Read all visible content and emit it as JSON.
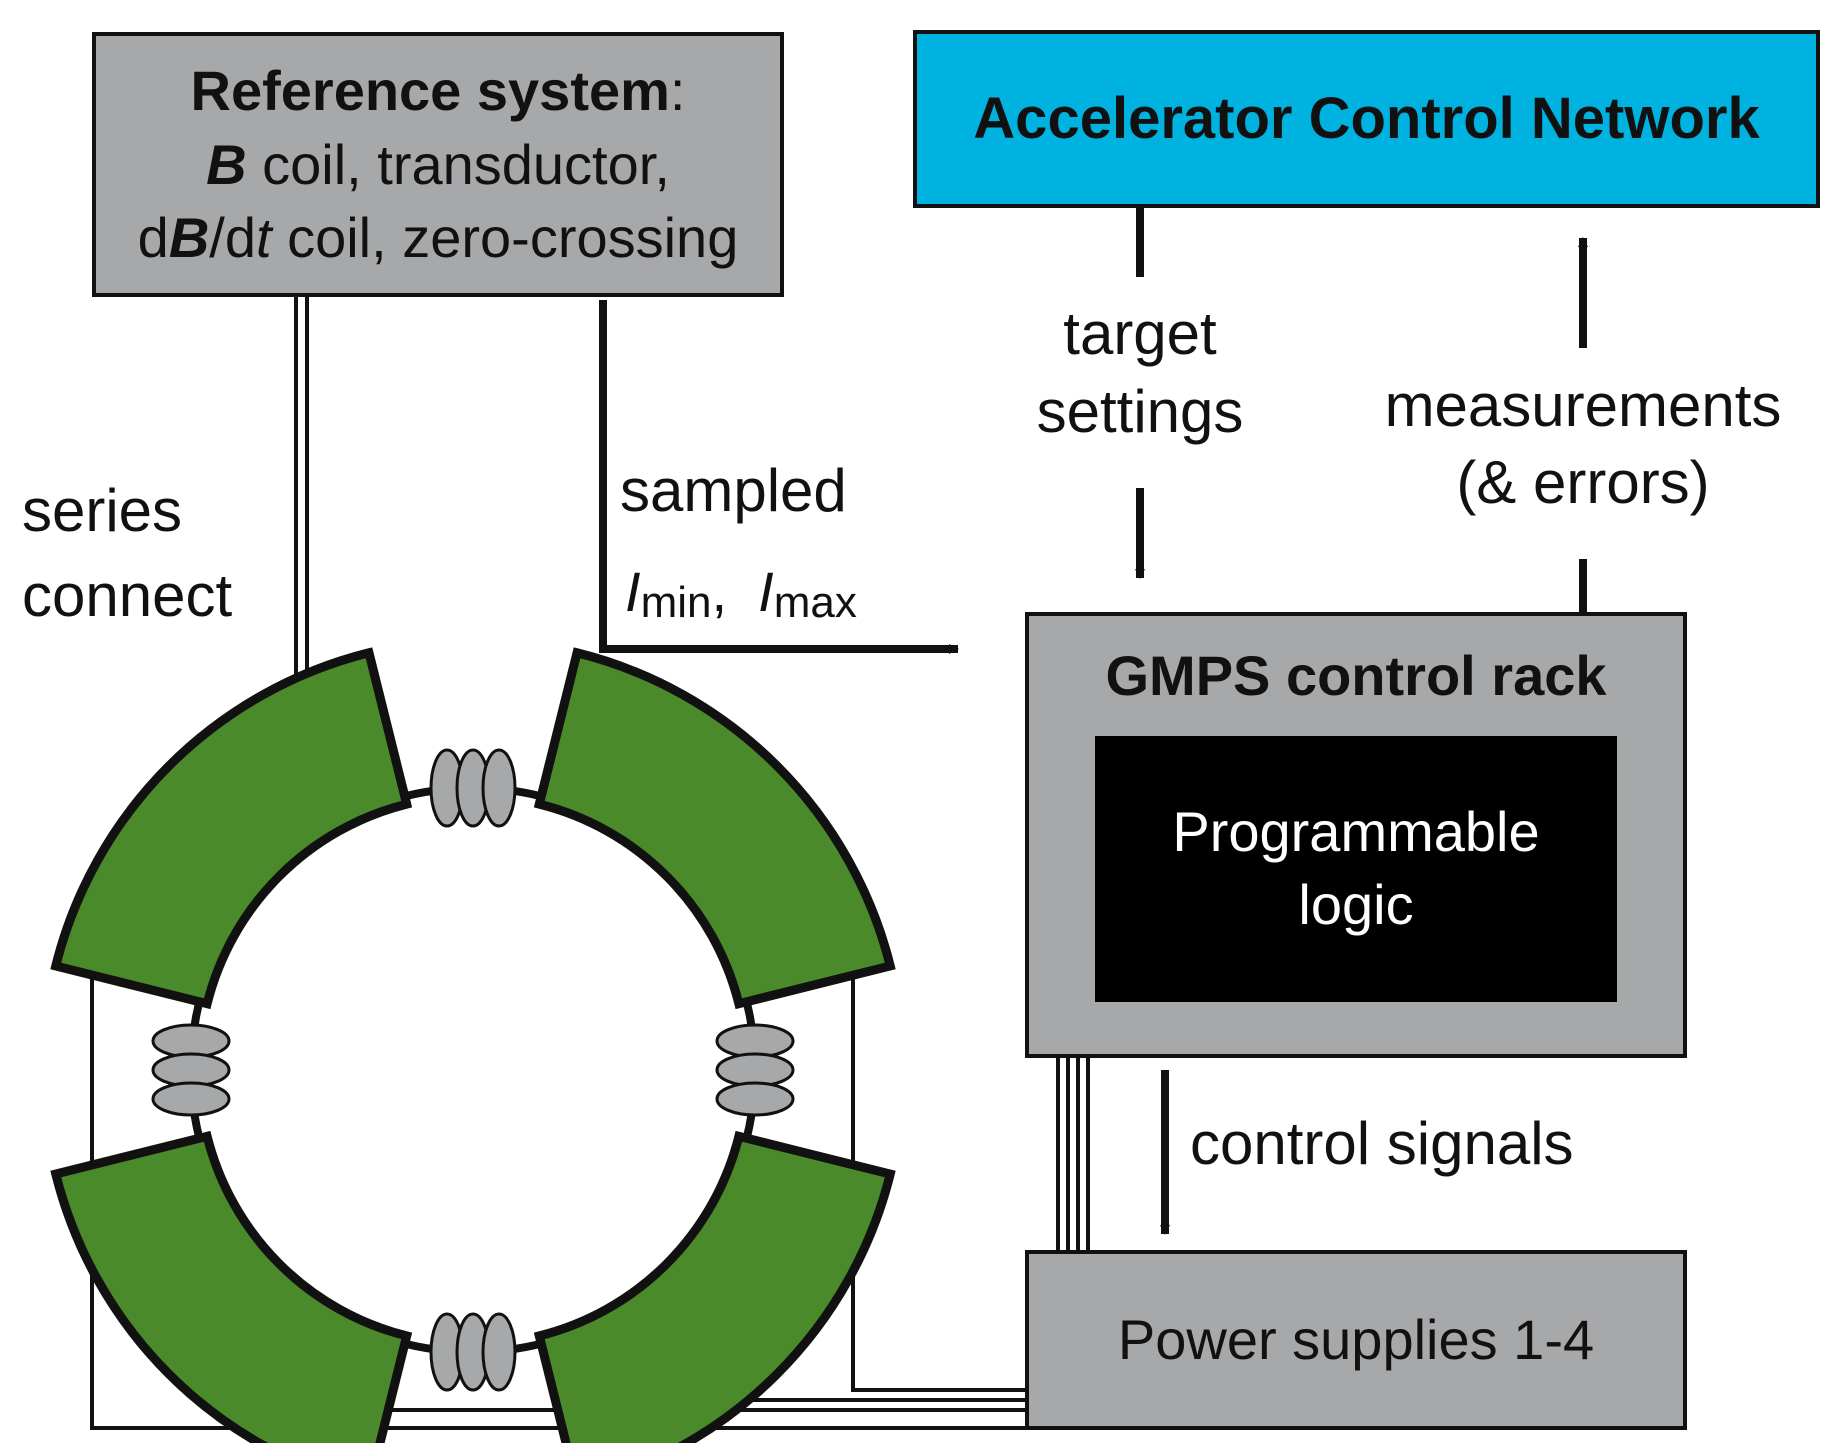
{
  "colors": {
    "box_gray": "#a7a8aa",
    "network_blue": "#00b2e0",
    "magnet_green": "#4a8a2a",
    "logic_black": "#000000",
    "stroke": "#111111"
  },
  "reference_system": {
    "title": "Reference system",
    "title_colon": ":",
    "line2_b": "B",
    "line2_rest": " coil, transductor,",
    "line3_d": "d",
    "line3_b": "B",
    "line3_slash": "/d",
    "line3_t": "t",
    "line3_rest": " coil, zero-crossing"
  },
  "network": {
    "title": "Accelerator Control Network"
  },
  "rack": {
    "title": "GMPS control rack",
    "logic": [
      "Programmable",
      "logic"
    ]
  },
  "power_supplies": {
    "label": "Power supplies 1-4"
  },
  "labels": {
    "series": [
      "series",
      "connect"
    ],
    "sampled": "sampled",
    "imin_i": "I",
    "imin_sub": "min",
    "imin_comma": ",",
    "imax_i": "I",
    "imax_sub": "max",
    "target": [
      "target",
      "settings"
    ],
    "measurements": [
      "measurements",
      "(& errors)"
    ],
    "control_signals": "control signals"
  }
}
